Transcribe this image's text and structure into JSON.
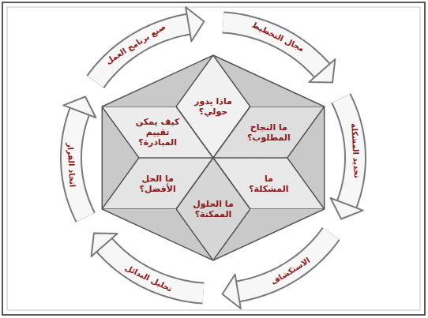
{
  "diagram": {
    "nodes": [
      {
        "text": [
          "ماذا يدور حولي؟"
        ]
      },
      {
        "text": [
          "ما النجاح المطلوب؟"
        ]
      },
      {
        "text": [
          "ما المشكلة؟"
        ]
      },
      {
        "text": [
          "ما الحلول الممكنة؟"
        ]
      },
      {
        "text": [
          "ما الحل الأفضل؟"
        ]
      },
      {
        "text": [
          "كيف يمكن تقييم المبادرة؟"
        ]
      }
    ],
    "edges": [
      {
        "from": 0,
        "to": 1,
        "arrow": "to",
        "label": "مجال التخطيط"
      },
      {
        "from": 1,
        "to": 2,
        "arrow": "to",
        "label": "تحديد المشكلة"
      },
      {
        "from": 2,
        "to": 3,
        "arrow": "to",
        "label": "الاستكشاف"
      },
      {
        "from": 3,
        "to": 4,
        "arrow": "to",
        "label": "تحليل البدائل"
      },
      {
        "from": 4,
        "to": 5,
        "arrow": "to",
        "label": "اتخاذ القرار"
      },
      {
        "from": 5,
        "to": 0,
        "arrow": "to",
        "label": "صنع برنامج العمل"
      }
    ]
  }
}
